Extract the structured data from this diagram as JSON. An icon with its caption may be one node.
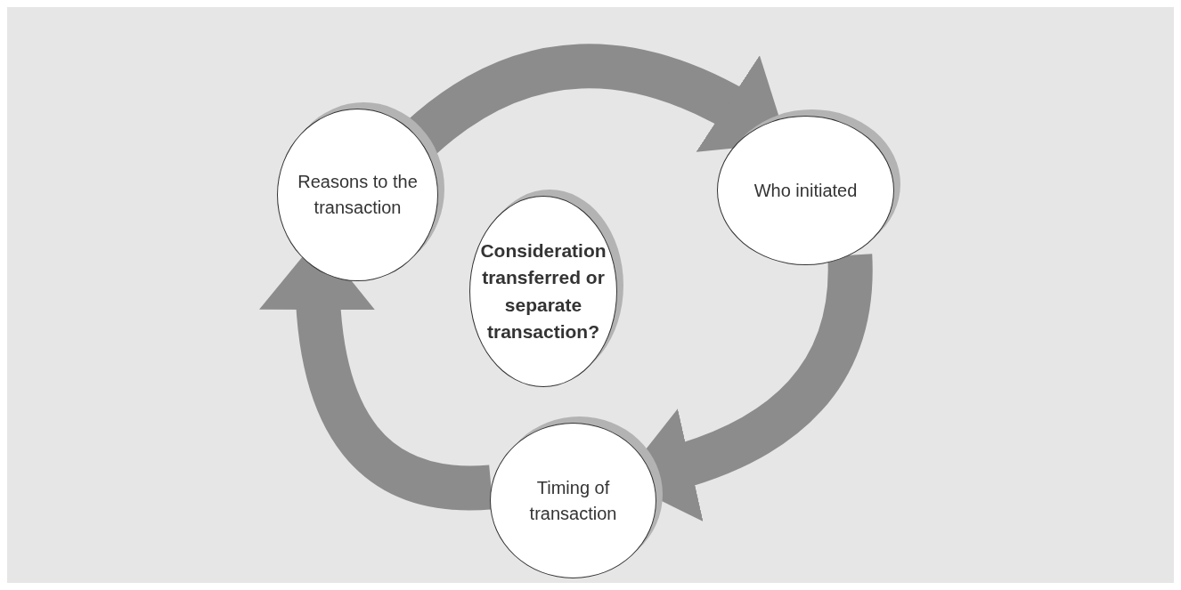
{
  "diagram": {
    "nodes": [
      {
        "text": [
          "Reasons to the transaction"
        ]
      },
      {
        "text": [
          "Who initiated"
        ]
      },
      {
        "text": [
          "Consideration transferred or separate transaction?"
        ]
      },
      {
        "text": [
          "Timing of transaction"
        ]
      }
    ],
    "edges": [
      {
        "from": 0,
        "to": 1,
        "arrow": "to"
      },
      {
        "from": 1,
        "to": 3,
        "arrow": "to"
      },
      {
        "from": 3,
        "to": 0,
        "arrow": "to"
      }
    ]
  }
}
